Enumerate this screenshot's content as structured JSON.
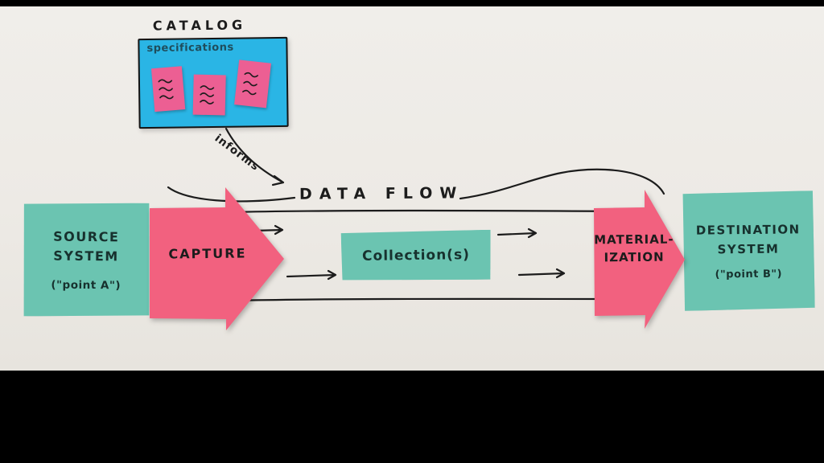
{
  "colors": {
    "paper": "#edeae5",
    "letterbox": "#000000",
    "teal_sticky": "#6bc4b1",
    "pink_arrow": "#f2617f",
    "cyan_catalog": "#2ab5e5",
    "pink_mini_note": "#ec5f93",
    "ink": "#1c1c1c"
  },
  "catalog": {
    "title": "CATALOG",
    "label": "specifications"
  },
  "flow": {
    "informs_label": "informs",
    "title": "DATA  FLOW"
  },
  "source_system": {
    "line1": "SOURCE",
    "line2": "SYSTEM",
    "subtitle": "(\"point A\")"
  },
  "capture": {
    "label": "CAPTURE"
  },
  "collections": {
    "label": "Collection(s)"
  },
  "materialization": {
    "line1": "MATERIAL-",
    "line2": "IZATION"
  },
  "destination_system": {
    "line1": "DESTINATION",
    "line2": "SYSTEM",
    "subtitle": "(\"point B\")"
  }
}
